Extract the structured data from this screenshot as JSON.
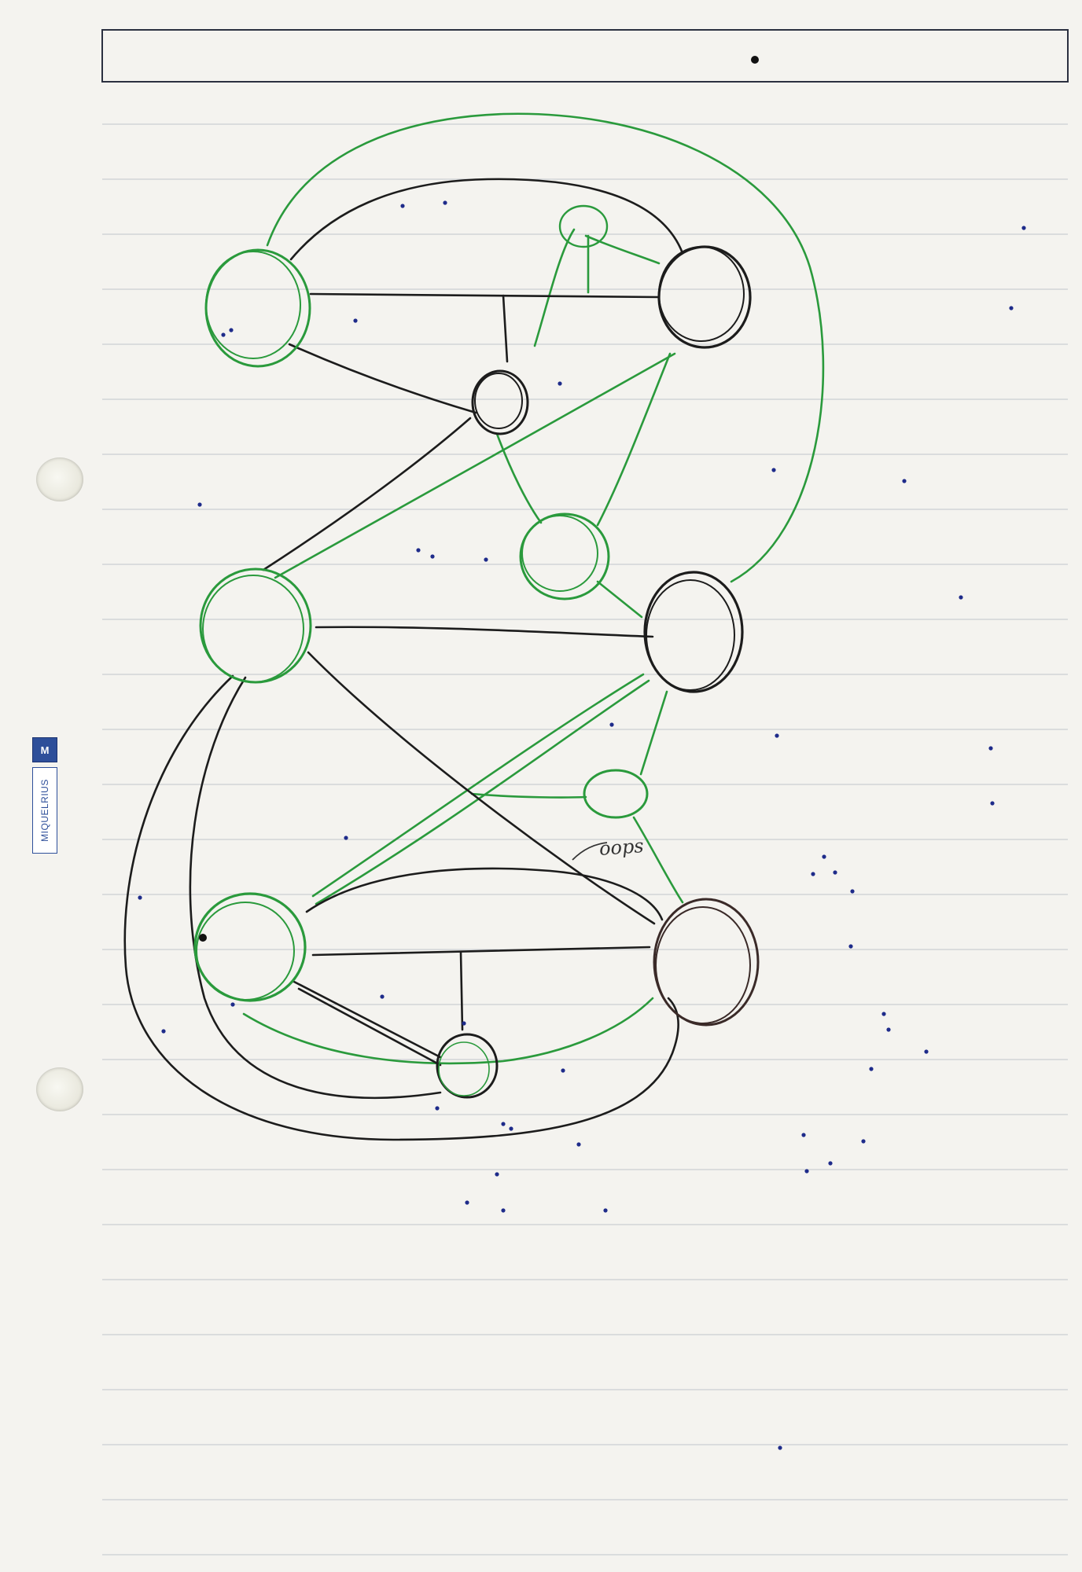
{
  "brand": {
    "logo": "M",
    "name": "MIQUELRIUS"
  },
  "annotation": "oops",
  "colors": {
    "paper": "#f4f3ef",
    "rule": "#c9cdd2",
    "header_box": "#2b3040",
    "ink_black": "#1c1c1c",
    "ink_green": "#2a9a3c",
    "ink_dots": "#1e2b8a",
    "brand_blue": "#2e4f9a"
  },
  "icons": [
    "binder-hole",
    "brand-logo"
  ]
}
